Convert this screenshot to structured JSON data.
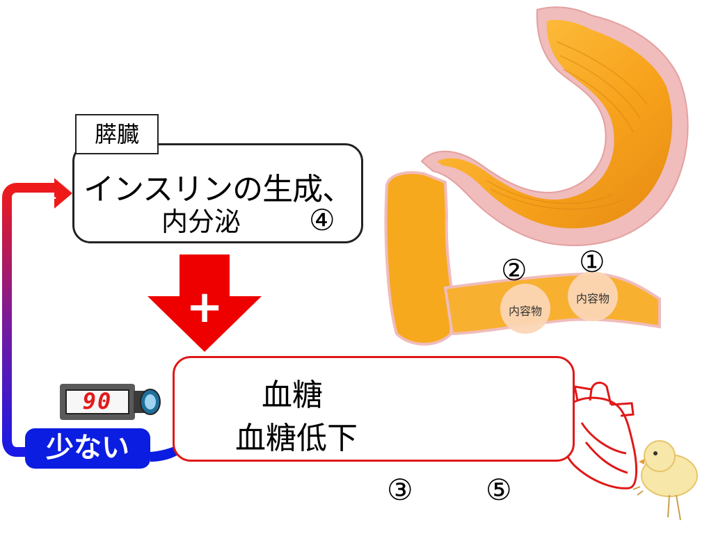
{
  "pancreas": {
    "organ_label": "膵臓",
    "line1": "インスリンの生成、",
    "line2": "内分泌",
    "step_number": "④"
  },
  "blood": {
    "glucose_label": "血糖",
    "hypoglycemia_label": "血糖低下"
  },
  "signal": {
    "low_label": "少ない",
    "plus_small": "+",
    "plus_big": "+"
  },
  "meter": {
    "reading": "90"
  },
  "intestine": {
    "contents_label_1": "内容物",
    "contents_label_2": "内容物",
    "step_1": "①",
    "step_2": "②"
  },
  "bottom_steps": {
    "step_3": "③",
    "step_5": "⑤"
  },
  "colors": {
    "red": "#e01818",
    "blue": "#0b1de0",
    "stomach_orange": "#f5a623",
    "stomach_outer": "#e9a9a9"
  }
}
